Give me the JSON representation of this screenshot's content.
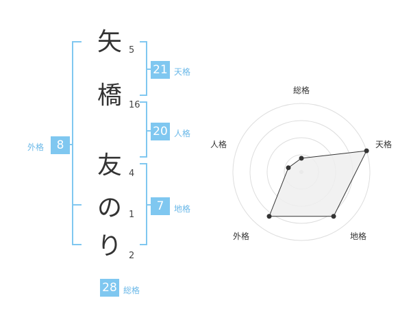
{
  "name": {
    "chars": [
      {
        "char": "矢",
        "strokes": "5"
      },
      {
        "char": "橋",
        "strokes": "16"
      },
      {
        "char": "友",
        "strokes": "4"
      },
      {
        "char": "の",
        "strokes": "1"
      },
      {
        "char": "り",
        "strokes": "2"
      }
    ]
  },
  "fortunes": {
    "tenkaku": {
      "label": "天格",
      "value": "21"
    },
    "jinkaku": {
      "label": "人格",
      "value": "20"
    },
    "chikaku": {
      "label": "地格",
      "value": "7"
    },
    "gaikaku": {
      "label": "外格",
      "value": "8"
    },
    "soukaku": {
      "label": "総格",
      "value": "28"
    }
  },
  "colors": {
    "accent": "#7fc7f0",
    "accent_text": "#6ab8e8",
    "polygon_fill": "#eeeeee",
    "polygon_stroke": "#333333"
  },
  "chart_data": {
    "type": "radar",
    "axes": [
      "総格",
      "天格",
      "地格",
      "外格",
      "人格"
    ],
    "values": [
      0.2,
      1.0,
      0.8,
      0.8,
      0.2
    ],
    "range": [
      0,
      1
    ],
    "rings": 4
  }
}
